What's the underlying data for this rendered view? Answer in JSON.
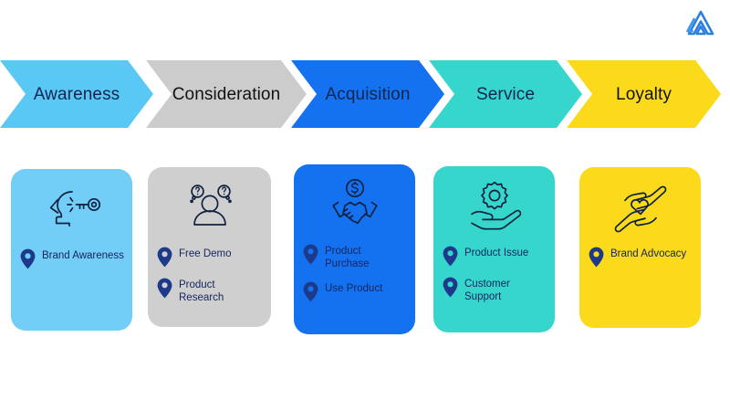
{
  "logo": {
    "name": "mountain-logo",
    "color": "#2b7fe0"
  },
  "stages": [
    {
      "label": "Awareness",
      "color": "#5ac8f5",
      "text_color": "#10264f"
    },
    {
      "label": "Consideration",
      "color": "#cccccc",
      "text_color": "#111111"
    },
    {
      "label": "Acquisition",
      "color": "#1472f0",
      "text_color": "#10264f"
    },
    {
      "label": "Service",
      "color": "#36d6cd",
      "text_color": "#10264f"
    },
    {
      "label": "Loyalty",
      "color": "#fada1a",
      "text_color": "#111111"
    }
  ],
  "cards": [
    {
      "color": "#72cdf7",
      "icon": "head-key-icon",
      "items": [
        {
          "label": "Brand Awareness"
        }
      ]
    },
    {
      "color": "#cfcfcf",
      "icon": "person-questions-icon",
      "items": [
        {
          "label": "Free Demo"
        },
        {
          "label": "Product Research"
        }
      ]
    },
    {
      "color": "#1472f0",
      "icon": "handshake-money-icon",
      "items": [
        {
          "label": "Product Purchase"
        },
        {
          "label": "Use Product"
        }
      ]
    },
    {
      "color": "#36d6cd",
      "icon": "hand-gear-icon",
      "items": [
        {
          "label": "Product Issue"
        },
        {
          "label": "Customer Support"
        }
      ]
    },
    {
      "color": "#fada1a",
      "icon": "hands-heart-icon",
      "items": [
        {
          "label": "Brand Advocacy"
        }
      ]
    }
  ],
  "colors": {
    "pin": "#1d3a8a",
    "icon_stroke": "#10203f",
    "background": "#ffffff"
  }
}
